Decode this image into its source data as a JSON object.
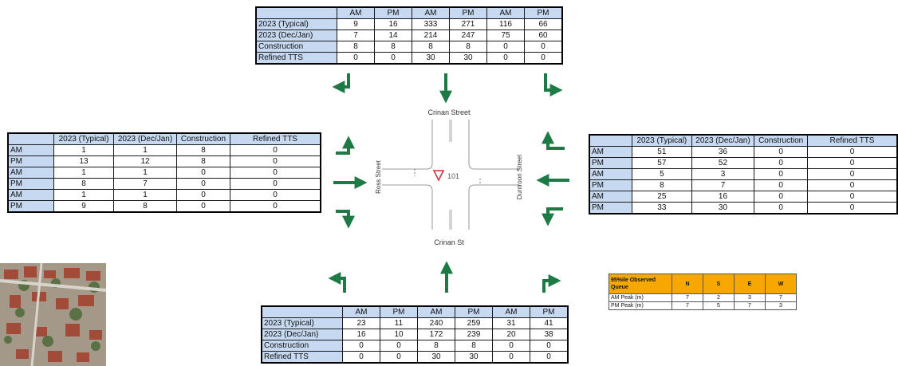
{
  "north_table": {
    "headers": [
      "AM",
      "PM",
      "AM",
      "PM",
      "AM",
      "PM"
    ],
    "rows": [
      {
        "label": "2023 (Typical)",
        "values": [
          "9",
          "16",
          "333",
          "271",
          "116",
          "66"
        ]
      },
      {
        "label": "2023 (Dec/Jan)",
        "values": [
          "7",
          "14",
          "214",
          "247",
          "75",
          "60"
        ]
      },
      {
        "label": "Construction",
        "values": [
          "8",
          "8",
          "8",
          "8",
          "0",
          "0"
        ]
      },
      {
        "label": "Refined TTS",
        "values": [
          "0",
          "0",
          "30",
          "30",
          "0",
          "0"
        ]
      }
    ]
  },
  "south_table": {
    "headers": [
      "AM",
      "PM",
      "AM",
      "PM",
      "AM",
      "PM"
    ],
    "rows": [
      {
        "label": "2023 (Typical)",
        "values": [
          "23",
          "11",
          "240",
          "259",
          "31",
          "41"
        ]
      },
      {
        "label": "2023 (Dec/Jan)",
        "values": [
          "16",
          "10",
          "172",
          "239",
          "20",
          "38"
        ]
      },
      {
        "label": "Construction",
        "values": [
          "0",
          "0",
          "8",
          "8",
          "0",
          "0"
        ]
      },
      {
        "label": "Refined TTS",
        "values": [
          "0",
          "0",
          "30",
          "30",
          "0",
          "0"
        ]
      }
    ]
  },
  "west_table": {
    "headers": [
      "2023 (Typical)",
      "2023 (Dec/Jan)",
      "Construction",
      "Refined TTS"
    ],
    "rows": [
      {
        "label": "AM",
        "values": [
          "1",
          "1",
          "8",
          "0"
        ]
      },
      {
        "label": "PM",
        "values": [
          "13",
          "12",
          "8",
          "0"
        ]
      },
      {
        "label": "AM",
        "values": [
          "1",
          "1",
          "0",
          "0"
        ]
      },
      {
        "label": "PM",
        "values": [
          "8",
          "7",
          "0",
          "0"
        ]
      },
      {
        "label": "AM",
        "values": [
          "1",
          "1",
          "0",
          "0"
        ]
      },
      {
        "label": "PM",
        "values": [
          "9",
          "8",
          "0",
          "0"
        ]
      }
    ]
  },
  "east_table": {
    "headers": [
      "2023 (Typical)",
      "2023 (Dec/Jan)",
      "Construction",
      "Refined TTS"
    ],
    "rows": [
      {
        "label": "AM",
        "values": [
          "51",
          "36",
          "0",
          "0"
        ]
      },
      {
        "label": "PM",
        "values": [
          "57",
          "52",
          "0",
          "0"
        ]
      },
      {
        "label": "AM",
        "values": [
          "5",
          "3",
          "0",
          "0"
        ]
      },
      {
        "label": "PM",
        "values": [
          "8",
          "7",
          "0",
          "0"
        ]
      },
      {
        "label": "AM",
        "values": [
          "25",
          "16",
          "0",
          "0"
        ]
      },
      {
        "label": "PM",
        "values": [
          "33",
          "30",
          "0",
          "0"
        ]
      }
    ]
  },
  "queue_table": {
    "title": "95%ile Observed Queue",
    "headers": [
      "N",
      "S",
      "E",
      "W"
    ],
    "rows": [
      {
        "label": "AM Peak (m)",
        "values": [
          "7",
          "2",
          "3",
          "7"
        ]
      },
      {
        "label": "PM Peak (m)",
        "values": [
          "7",
          "5",
          "7",
          "3"
        ]
      }
    ]
  },
  "intersection": {
    "north_street": "Crinan Street",
    "south_street": "Crinan St",
    "west_street": "Ross Street",
    "east_street": "Duntroon Street",
    "node_id": "101"
  },
  "colors": {
    "arrow": "#1e7a45",
    "header": "#c6d9f1",
    "queue_header": "#f6a800",
    "give_way": "#d9263a"
  }
}
